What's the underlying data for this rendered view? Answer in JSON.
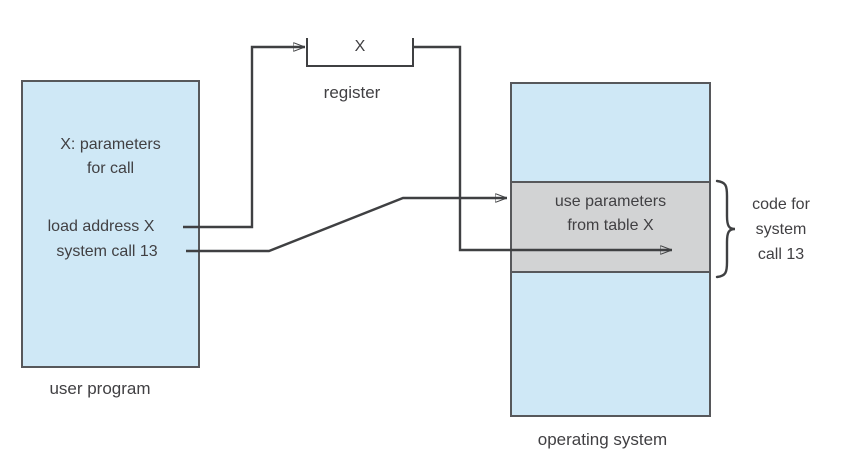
{
  "colors": {
    "box_fill": "#cfe8f6",
    "handler_fill": "#d2d3d4",
    "border": "#57585b",
    "line": "#3f4042",
    "text": "#414043"
  },
  "user_program": {
    "params_line1": "X: parameters",
    "params_line2": "for call",
    "load_instruction": "load address X",
    "syscall_instruction": "system call 13",
    "caption": "user program"
  },
  "register": {
    "value": "X",
    "caption": "register"
  },
  "operating_system": {
    "handler_line1": "use parameters",
    "handler_line2": "from table X",
    "caption": "operating system"
  },
  "annotation": {
    "line1": "code for",
    "line2": "system",
    "line3": "call 13"
  }
}
